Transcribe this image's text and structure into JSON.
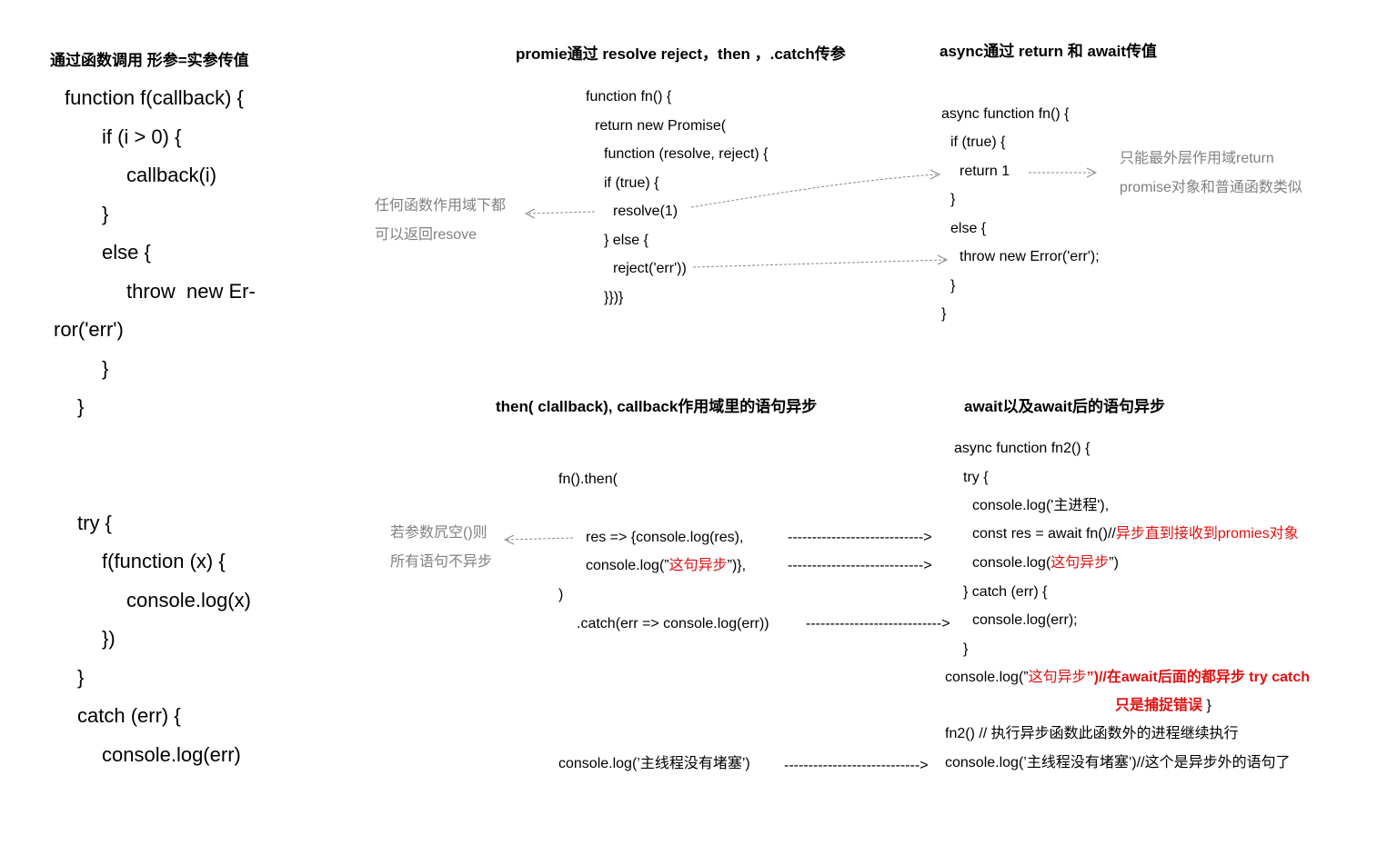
{
  "left": {
    "heading": "通过函数调用 形参=实参传值",
    "code": [
      "function f(callback) {",
      "if (i > 0) {",
      "callback(i)",
      "}",
      "else {",
      "throw  new Er-",
      "ror('err')",
      "}",
      "}",
      "try {",
      "f(function (x) {",
      "console.log(x)",
      "})",
      "}",
      "catch (err) {",
      "console.log(err)"
    ]
  },
  "promise_section": {
    "heading": "promie通过 resolve reject，then ，.catch传参",
    "code": [
      "function fn() {",
      "return new Promise(",
      "function (resolve, reject) {",
      "if (true) {",
      "resolve(1)",
      "} else {",
      "reject('err'))",
      "}})}"
    ],
    "note_lines": [
      "任何函数作用域下都",
      "可以返回resove"
    ]
  },
  "async_section": {
    "heading": "async通过 return 和 await传值",
    "code": [
      "async function fn() {",
      "if (true) {",
      "return 1",
      "}",
      "else {",
      "throw new Error('err');",
      "}",
      "}"
    ],
    "note_lines": [
      "只能最外层作用域return",
      "promise对象和普通函数类似"
    ]
  },
  "then_section": {
    "heading": "then( clallback), callback作用域里的语句异步",
    "code": {
      "l1": "fn().then(",
      "l2": "res => {console.log(res),",
      "l3a": "console.log(”",
      "l3b": "这句异步",
      "l3c": "”)},",
      "l4": ")",
      "l5": ".catch(err => console.log(err))",
      "l6": "console.log(’主线程没有堵塞’)"
    },
    "note_lines": [
      "若参数凥空()则",
      "所有语句不异步"
    ]
  },
  "await_section": {
    "heading": "await以及await后的语句异步",
    "code": {
      "l1": "async function fn2() {",
      "l2": "try {",
      "l3": "console.log('主进程'),",
      "l4a": "const res = await fn()//",
      "l4b": "异步直到接收到promies对象",
      "l5a": "console.log(",
      "l5b": "这句异步",
      "l5c": "”)",
      "l6": "} catch (err) {",
      "l7": "console.log(err);",
      "l8": "}",
      "l9a": "console.log(”",
      "l9b": "这句异步",
      "l9c": "”)//在await后面的都异步 try catch",
      "l10a": "只是捕捉错误",
      "l10b": " }",
      "l11": "fn2() // 执行异步函数此函数外的进程继续执行",
      "l12": "console.log(’主线程没有堵塞’)//这个是异步外的语句了"
    }
  },
  "connectors": {
    "arrow1": "---------------------------->",
    "arrow2": "---------------------------->",
    "arrow3": "---------------------------->",
    "arrow4": "---------------------------->"
  },
  "colors": {
    "highlight": "#e01010",
    "note": "#808080",
    "arrow": "#8a8a8a"
  }
}
